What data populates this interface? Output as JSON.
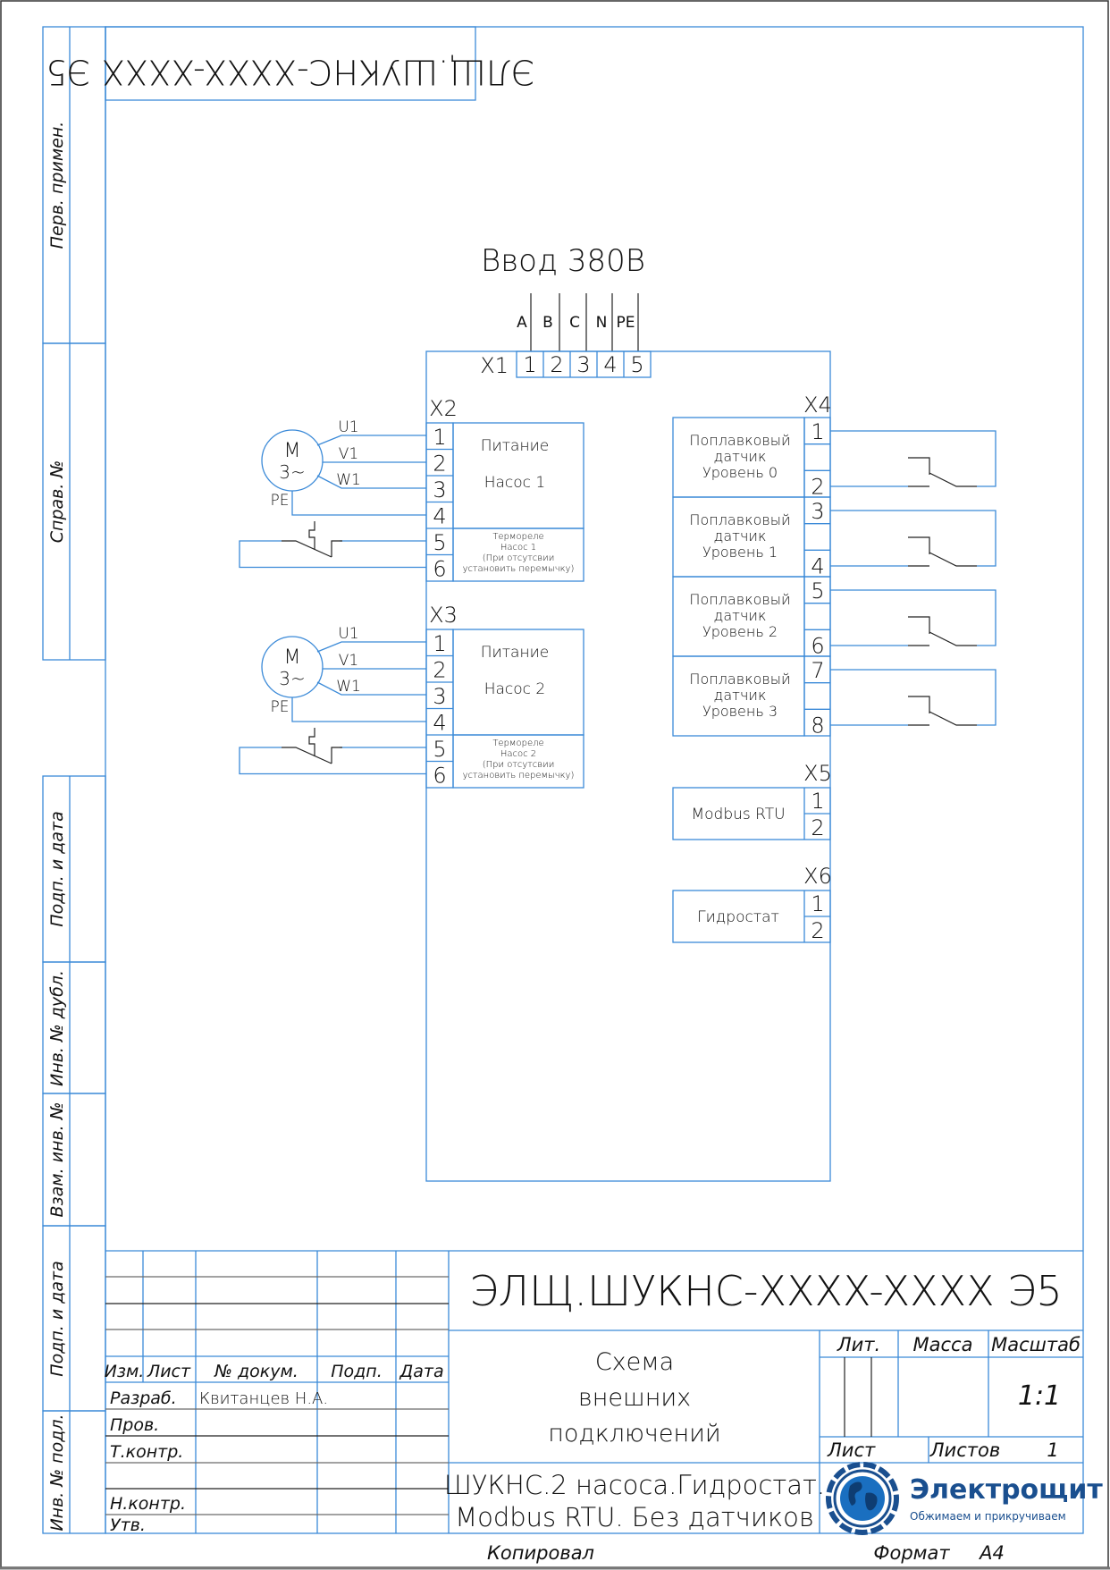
{
  "header_stamp": "ЭЛЩ.ШУКНС-XXXX-XXXX Э5",
  "side_strip": [
    "Перв. примен.",
    "Справ. №",
    "Подп. и дата",
    "Инв. № дубл.",
    "Взам. инв. №",
    "Подп. и дата",
    "Инв. № подл."
  ],
  "input": {
    "title": "Ввод  380В",
    "connector": "X1",
    "phases": [
      "A",
      "B",
      "C",
      "N",
      "PE"
    ],
    "terminals": [
      "1",
      "2",
      "3",
      "4",
      "5"
    ]
  },
  "pumps": [
    {
      "connector": "X2",
      "motor_top": "M",
      "motor_bottom": "3~",
      "wires": [
        "U1",
        "V1",
        "W1"
      ],
      "pe": "PE",
      "terminals": [
        "1",
        "2",
        "3",
        "4",
        "5",
        "6"
      ],
      "power_label_1": "Питание",
      "power_label_2": "Насос 1",
      "relay_lines": [
        "Термореле",
        "Насос 1",
        "(При отсутсвии",
        "установить перемычку)"
      ]
    },
    {
      "connector": "X3",
      "motor_top": "M",
      "motor_bottom": "3~",
      "wires": [
        "U1",
        "V1",
        "W1"
      ],
      "pe": "PE",
      "terminals": [
        "1",
        "2",
        "3",
        "4",
        "5",
        "6"
      ],
      "power_label_1": "Питание",
      "power_label_2": "Насос 2",
      "relay_lines": [
        "Термореле",
        "Насос 2",
        "(При отсутсвии",
        "установить перемычку)"
      ]
    }
  ],
  "float_sensors": {
    "connector": "X4",
    "items": [
      {
        "lines": [
          "Поплавковый",
          "датчик",
          "Уровень 0"
        ],
        "terminals": [
          "1",
          "2"
        ]
      },
      {
        "lines": [
          "Поплавковый",
          "датчик",
          "Уровень 1"
        ],
        "terminals": [
          "3",
          "4"
        ]
      },
      {
        "lines": [
          "Поплавковый",
          "датчик",
          "Уровень 2"
        ],
        "terminals": [
          "5",
          "6"
        ]
      },
      {
        "lines": [
          "Поплавковый",
          "датчик",
          "Уровень 3"
        ],
        "terminals": [
          "7",
          "8"
        ]
      }
    ]
  },
  "modbus": {
    "connector": "X5",
    "label": "Modbus RTU",
    "terminals": [
      "1",
      "2"
    ]
  },
  "hydrostat": {
    "connector": "X6",
    "label": "Гидростат",
    "terminals": [
      "1",
      "2"
    ]
  },
  "title_block": {
    "designation": "ЭЛЩ.ШУКНС-XXXX-XXXX Э5",
    "doc_title": [
      "Схема",
      "внешних",
      "подключений"
    ],
    "product_name": [
      "ШУКНС.2 насоса.Гидростат.",
      "Modbus RTU. Без датчиков"
    ],
    "col_headers": [
      "Изм.",
      "Лист",
      "№ докум.",
      "Подп.",
      "Дата"
    ],
    "roles": [
      "Разраб.",
      "Пров.",
      "Т.контр.",
      "",
      "Н.контр.",
      "Утв."
    ],
    "developer": "Квитанцев Н.А.",
    "lit_label": "Лит.",
    "mass_label": "Масса",
    "scale_label": "Масштаб",
    "scale_value": "1:1",
    "sheet_label": "Лист",
    "sheets_label": "Листов",
    "sheets_value": "1",
    "company": "Электрощит",
    "slogan": "Обжимаем и прикручиваем",
    "copied": "Копировал",
    "format_label": "Формат",
    "format_value": "A4"
  },
  "colors": {
    "line": "#3b8ad8",
    "ink": "#111111",
    "logo": "#1a4f8f"
  }
}
